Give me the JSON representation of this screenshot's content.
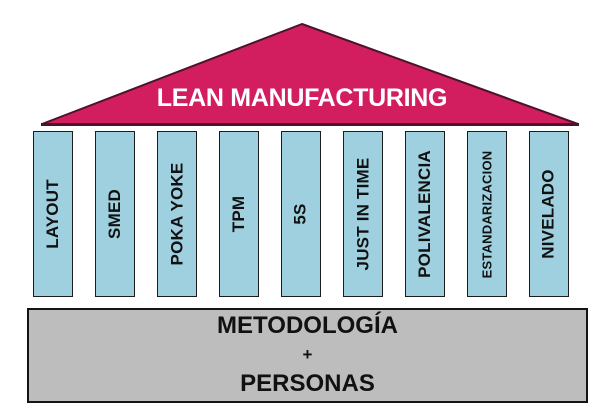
{
  "colors": {
    "roof_fill": "#D21E5F",
    "roof_border": "#4D132B",
    "pillar_fill": "#9FD0DF",
    "pillar_border": "#1C1C1C",
    "base_fill": "#BDBDBD",
    "base_border": "#141414",
    "title_color": "#FFFFFF",
    "text_color": "#111111"
  },
  "roof": {
    "title": "LEAN MANUFACTURING"
  },
  "pillars": [
    {
      "id": "layout",
      "label": "LAYOUT",
      "small": false
    },
    {
      "id": "smed",
      "label": "SMED",
      "small": false
    },
    {
      "id": "poka-yoke",
      "label": "POKA YOKE",
      "small": false
    },
    {
      "id": "tpm",
      "label": "TPM",
      "small": false
    },
    {
      "id": "5s",
      "label": "5S",
      "small": false
    },
    {
      "id": "just-in-time",
      "label": "JUST IN TIME",
      "small": false
    },
    {
      "id": "polivalencia",
      "label": "POLIVALENCIA",
      "small": false
    },
    {
      "id": "estandarizacion",
      "label": "ESTANDARIZACION",
      "small": true
    },
    {
      "id": "nivelado",
      "label": "NIVELADO",
      "small": false
    }
  ],
  "base": {
    "line1": "METODOLOGÍA",
    "plus": "+",
    "line2": "PERSONAS"
  }
}
